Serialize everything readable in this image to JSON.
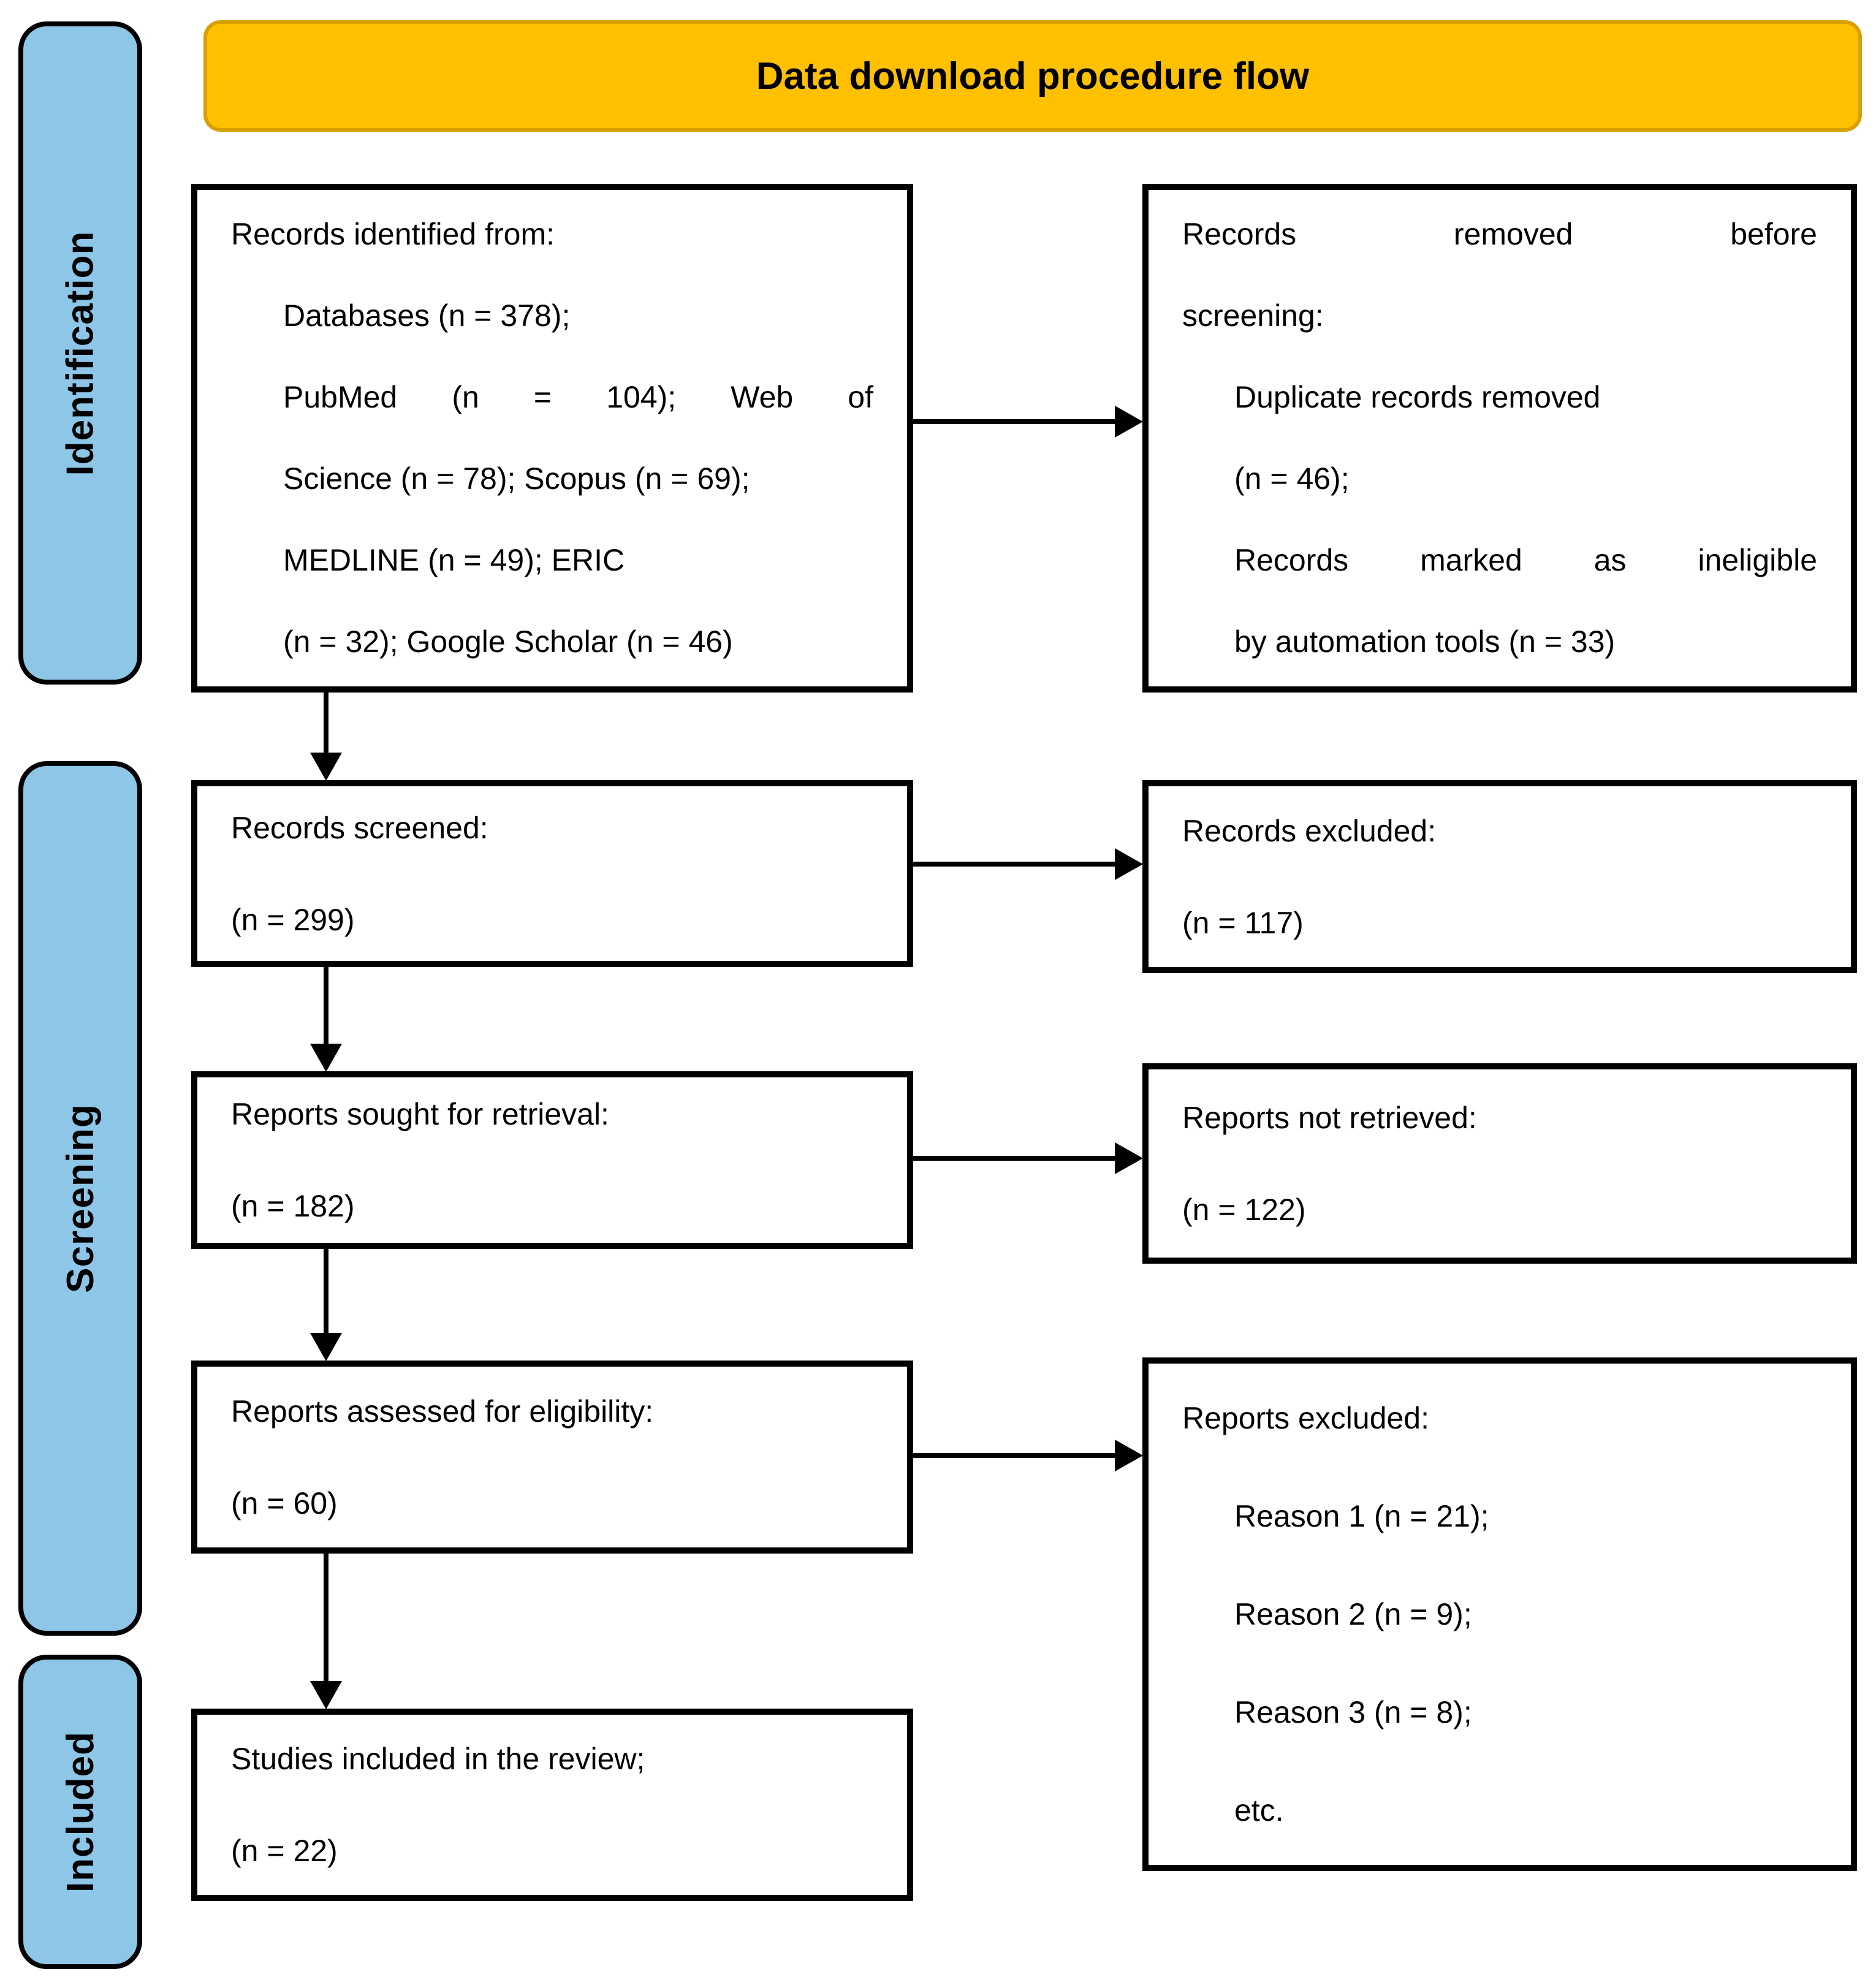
{
  "banner": {
    "label": "Data download procedure flow"
  },
  "stages": [
    {
      "id": "identification",
      "label": "Identification"
    },
    {
      "id": "screening",
      "label": "Screening"
    },
    {
      "id": "included",
      "label": "Included"
    }
  ],
  "boxes": {
    "records_identified": {
      "lines": [
        "Records identified from:",
        "Databases (n = 378);",
        "PubMed (n = 104); Web of",
        "Science (n = 78); Scopus (n = 69);",
        "MEDLINE (n = 49); ERIC",
        "(n = 32); Google Scholar (n = 46)"
      ]
    },
    "records_removed": {
      "lines": [
        "Records removed before",
        "screening:",
        "Duplicate records removed",
        "(n = 46);",
        "Records marked as ineligible",
        "by automation tools (n = 33)"
      ]
    },
    "records_screened": {
      "lines": [
        "Records screened:",
        "(n = 299)"
      ]
    },
    "records_excluded": {
      "lines": [
        "Records excluded:",
        "(n = 117)"
      ]
    },
    "reports_sought": {
      "lines": [
        "Reports sought for retrieval:",
        "(n = 182)"
      ]
    },
    "reports_not_retrieved": {
      "lines": [
        "Reports not retrieved:",
        "(n = 122)"
      ]
    },
    "reports_assessed": {
      "lines": [
        "Reports assessed for eligibility:",
        "(n = 60)"
      ]
    },
    "reports_excluded": {
      "lines": [
        "Reports excluded:",
        "Reason 1 (n = 21);",
        "Reason 2 (n = 9);",
        "Reason 3 (n = 8);",
        "etc."
      ]
    },
    "studies_included": {
      "lines": [
        "Studies included in the review;",
        "(n = 22)"
      ]
    }
  },
  "colors": {
    "banner_fill": "#FFC000",
    "banner_border": "#D99E00",
    "stage_fill": "#8DC6E7",
    "line_and_border": "#000000",
    "box_fill": "#FFFFFF"
  }
}
